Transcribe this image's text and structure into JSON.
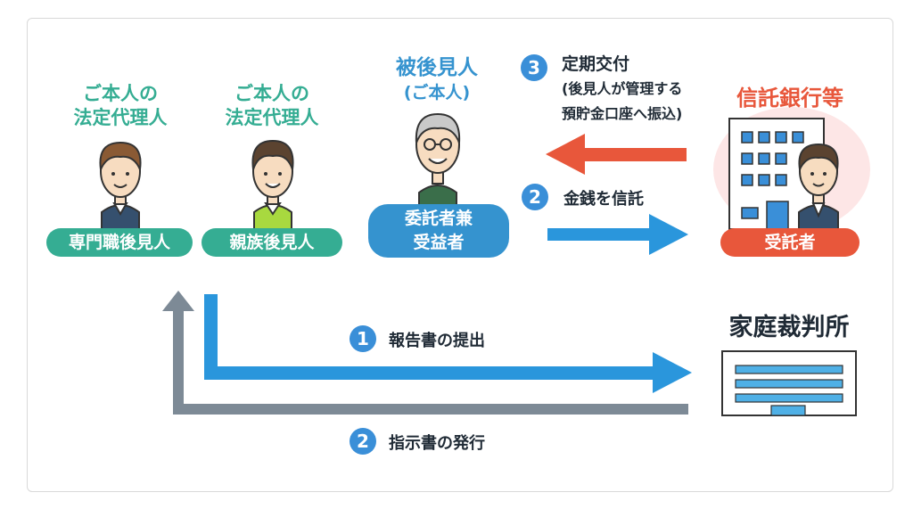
{
  "persons": {
    "professional": {
      "label_line1": "ご本人の",
      "label_line2": "法定代理人",
      "badge": "専門職後見人"
    },
    "family": {
      "label_line1": "ご本人の",
      "label_line2": "法定代理人",
      "badge": "親族後見人"
    },
    "ward": {
      "label_line1": "被後見人",
      "label_line2": "(ご本人)",
      "badge_line1": "委託者兼",
      "badge_line2": "受益者"
    }
  },
  "bank": {
    "title": "信託銀行等",
    "badge": "受託者"
  },
  "court": {
    "title": "家庭裁判所"
  },
  "steps": {
    "periodic": {
      "number": "3",
      "line1": "定期交付",
      "line2": "(後見人が管理する",
      "line3": "預貯金口座へ振込)"
    },
    "trust": {
      "number": "2",
      "label": "金銭を信託"
    },
    "report": {
      "number": "1",
      "label": "報告書の提出"
    },
    "instruction": {
      "number": "2",
      "label": "指示書の発行"
    }
  },
  "colors": {
    "teal": "#35ad93",
    "blue": "#3593cf",
    "red": "#e8573b",
    "arrow_blue": "#2a96dc",
    "arrow_gray": "#7d8a96",
    "arrow_red": "#e8573b"
  },
  "icons": [
    "man-professional-icon",
    "man-family-icon",
    "elderly-man-icon",
    "bank-building-icon",
    "bank-clerk-icon",
    "court-building-icon"
  ]
}
